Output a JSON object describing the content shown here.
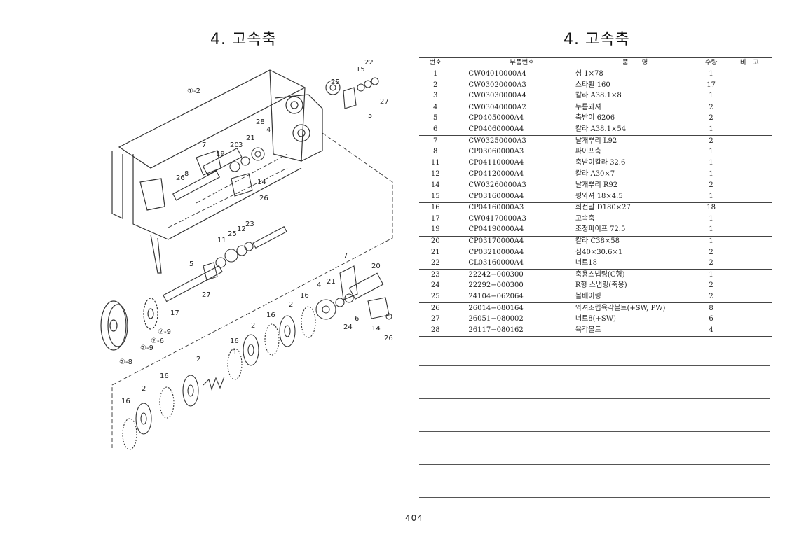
{
  "titles": {
    "left": "4. 고속축",
    "right": "4. 고속축"
  },
  "table": {
    "headers": {
      "no": "번호",
      "part_no": "부품번호",
      "name": "품　　명",
      "qty": "수량",
      "note": "비　고"
    },
    "rows": [
      {
        "no": "1",
        "part_no": "CW04010000A4",
        "name": "심 1×78",
        "qty": "1"
      },
      {
        "no": "2",
        "part_no": "CW03020000A3",
        "name": "스타휠 160",
        "qty": "17"
      },
      {
        "no": "3",
        "part_no": "CW03030000A4",
        "name": "칼라 A38.1×8",
        "qty": "1"
      },
      {
        "no": "4",
        "part_no": "CW03040000A2",
        "name": "누름와셔",
        "qty": "2"
      },
      {
        "no": "5",
        "part_no": "CP04050000A4",
        "name": "축받이 6206",
        "qty": "2"
      },
      {
        "no": "6",
        "part_no": "CP04060000A4",
        "name": "칼라 A38.1×54",
        "qty": "1"
      },
      {
        "no": "7",
        "part_no": "CW03250000A3",
        "name": "날개뿌리 L92",
        "qty": "2"
      },
      {
        "no": "8",
        "part_no": "CP03060000A3",
        "name": "파이프축",
        "qty": "1"
      },
      {
        "no": "11",
        "part_no": "CP04110000A4",
        "name": "축받이칼라 32.6",
        "qty": "1"
      },
      {
        "no": "12",
        "part_no": "CP04120000A4",
        "name": "칼라 A30×7",
        "qty": "1"
      },
      {
        "no": "14",
        "part_no": "CW03260000A3",
        "name": "날개뿌리 R92",
        "qty": "2"
      },
      {
        "no": "15",
        "part_no": "CP03160000A4",
        "name": "평와셔 18×4.5",
        "qty": "1"
      },
      {
        "no": "16",
        "part_no": "CP04160000A3",
        "name": "회전날 D180×27",
        "qty": "18"
      },
      {
        "no": "17",
        "part_no": "CW04170000A3",
        "name": "고속축",
        "qty": "1"
      },
      {
        "no": "19",
        "part_no": "CP04190000A4",
        "name": "조정파이프 72.5",
        "qty": "1"
      },
      {
        "no": "20",
        "part_no": "CP03170000A4",
        "name": "칼라 C38×58",
        "qty": "1"
      },
      {
        "no": "21",
        "part_no": "CP03210000A4",
        "name": "심40×30.6×1",
        "qty": "2"
      },
      {
        "no": "22",
        "part_no": "CL03160000A4",
        "name": "너트18",
        "qty": "2"
      },
      {
        "no": "23",
        "part_no": "22242−000300",
        "name": "축용스냅링(C형)",
        "qty": "1"
      },
      {
        "no": "24",
        "part_no": "22292−000300",
        "name": "R형 스냅링(축용)",
        "qty": "2"
      },
      {
        "no": "25",
        "part_no": "24104−062064",
        "name": "볼베어링",
        "qty": "2"
      },
      {
        "no": "26",
        "part_no": "26014−080164",
        "name": "와셔조립육각볼트(+SW, PW)",
        "qty": "8"
      },
      {
        "no": "27",
        "part_no": "26051−080002",
        "name": "너트8(+SW)",
        "qty": "6"
      },
      {
        "no": "28",
        "part_no": "26117−080162",
        "name": "육각볼트",
        "qty": "4"
      }
    ]
  },
  "callouts": [
    "①-2",
    "22",
    "15",
    "25",
    "27",
    "5",
    "28",
    "4",
    "21",
    "3",
    "20",
    "7",
    "19",
    "8",
    "26",
    "14",
    "26",
    "23",
    "12",
    "25",
    "11",
    "5",
    "27",
    "17",
    "②-9",
    "②-6",
    "②-9",
    "②-8",
    "7",
    "20",
    "21",
    "4",
    "16",
    "6",
    "24",
    "14",
    "26",
    "2",
    "16",
    "2",
    "16",
    "2",
    "1",
    "16",
    "2",
    "16"
  ],
  "page_number": "404"
}
